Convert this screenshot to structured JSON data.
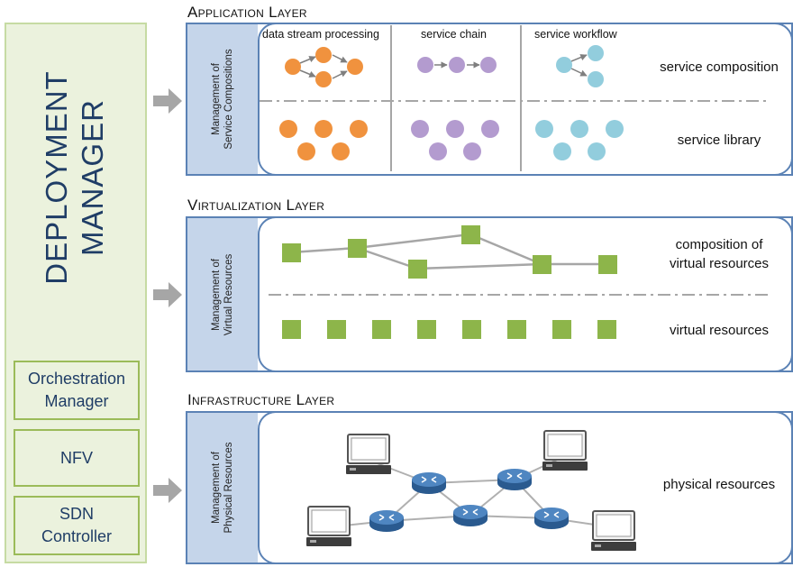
{
  "deployment_manager": {
    "title": "DEPLOYMENT MANAGER",
    "components": [
      "Orchestration\nManager",
      "NFV",
      "SDN\nController"
    ]
  },
  "application_layer": {
    "title": "Application Layer",
    "management": "Management of\nService Compositions",
    "columns": [
      "data stream processing",
      "service chain",
      "service workflow"
    ],
    "rows": [
      "service composition",
      "service library"
    ]
  },
  "virtualization_layer": {
    "title": "Virtualization Layer",
    "management": "Management of\nVirtual Resources",
    "rows": [
      "composition of\nvirtual resources",
      "virtual resources"
    ]
  },
  "infrastructure_layer": {
    "title": "Infrastructure Layer",
    "management": "Management of\nPhysical Resources",
    "rows": [
      "physical resources"
    ]
  },
  "colors": {
    "orange": "#f0923e",
    "purple": "#b39bcf",
    "blue": "#92cddd",
    "green": "#8db54a",
    "layer_border": "#5b82b5",
    "management_fill": "#c5d5ea",
    "manager_fill": "#ebf2dd",
    "router": "#3a6ea8"
  }
}
